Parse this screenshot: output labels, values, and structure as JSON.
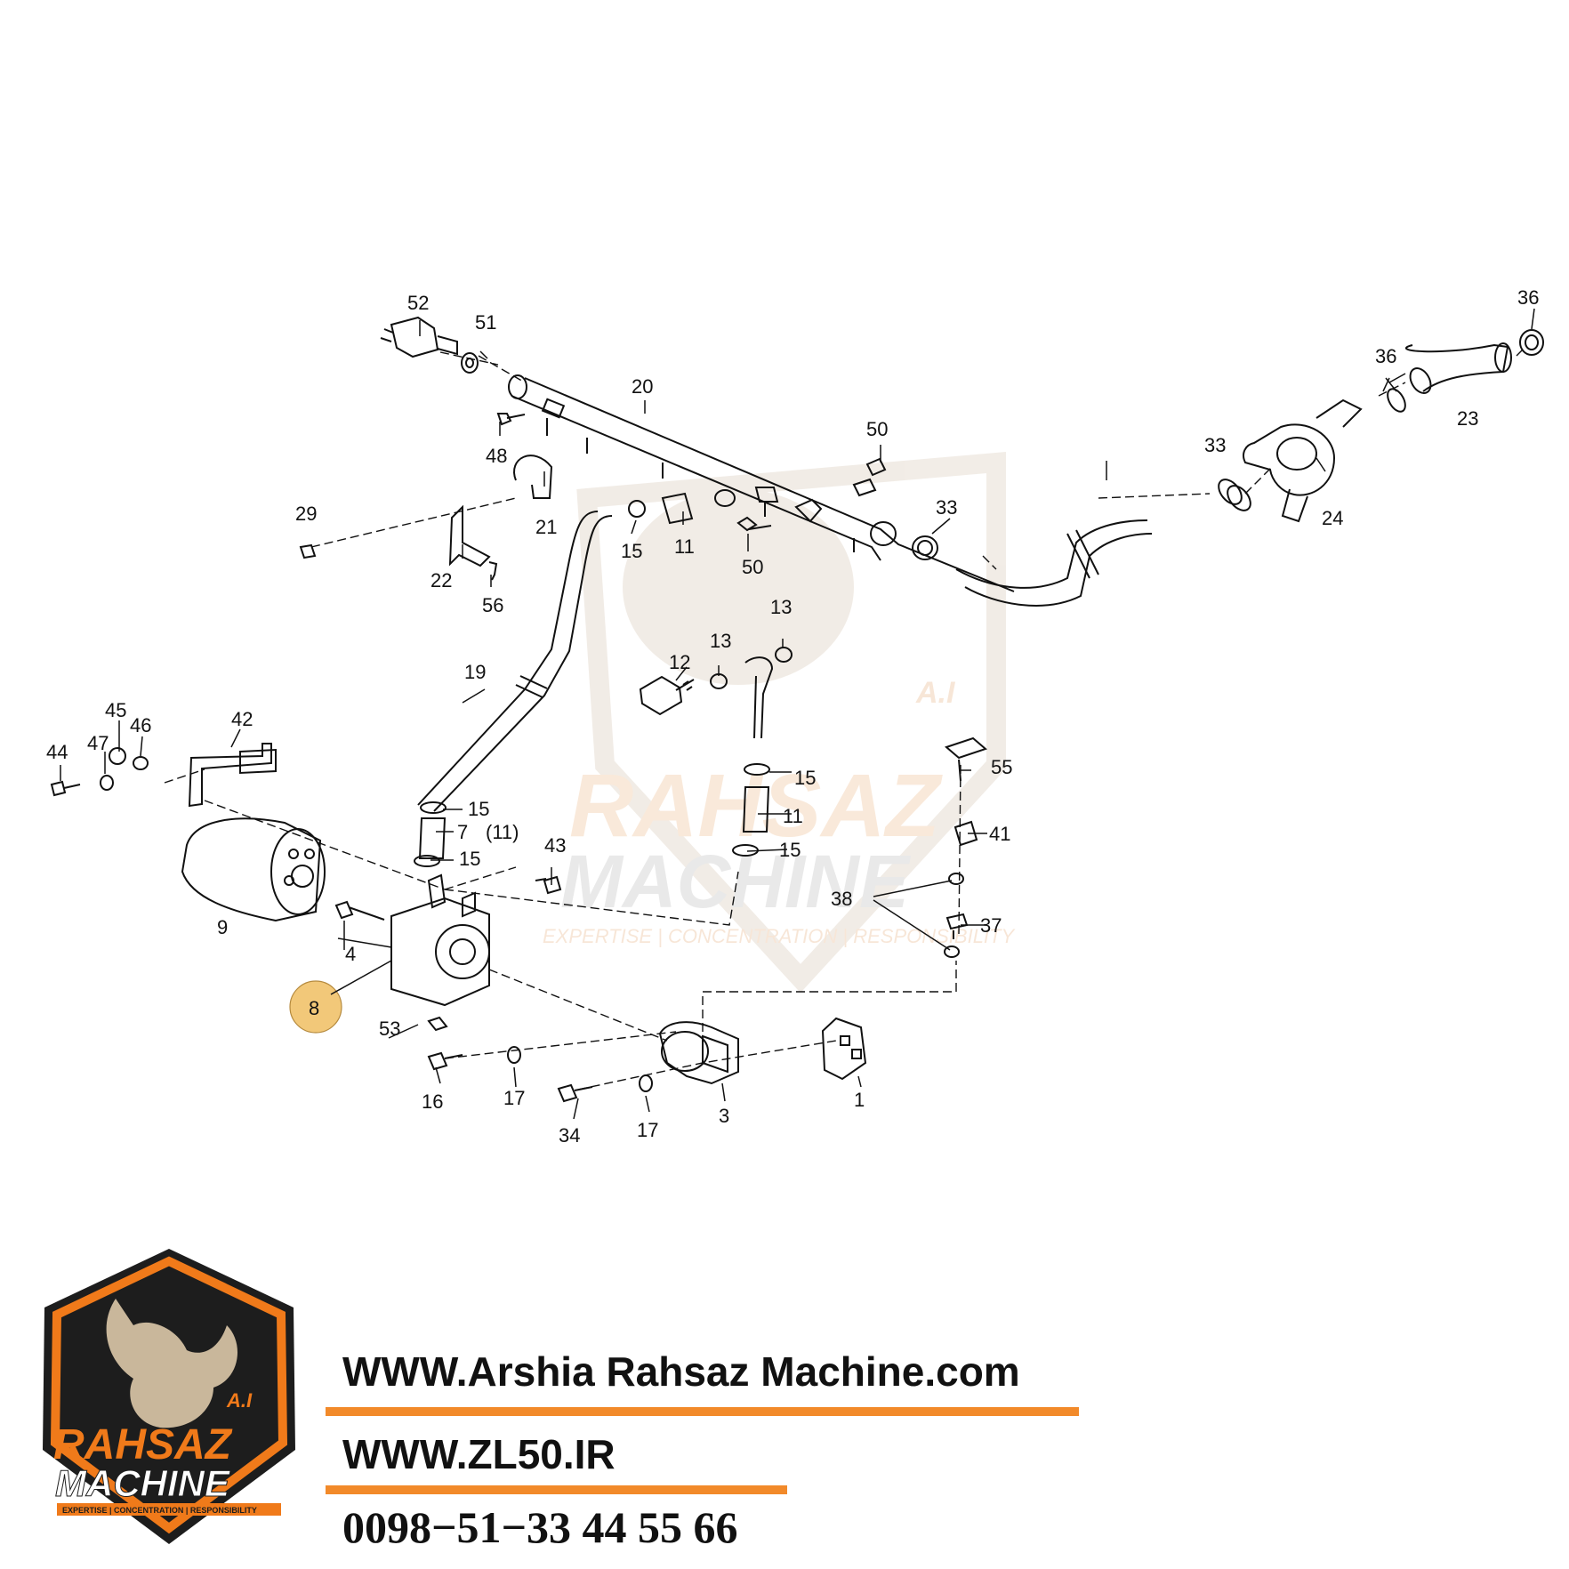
{
  "diagram": {
    "labels": {
      "p1": "1",
      "p3": "3",
      "p4": "4",
      "p7": "7",
      "p7_alt": "(11)",
      "p8": "8",
      "p9": "9",
      "p11a": "11",
      "p11b": "11",
      "p12": "12",
      "p13a": "13",
      "p13b": "13",
      "p15a": "15",
      "p15b": "15",
      "p15c": "15",
      "p15d": "15",
      "p15e": "15",
      "p16": "16",
      "p17a": "17",
      "p17b": "17",
      "p19": "19",
      "p20": "20",
      "p21": "21",
      "p22": "22",
      "p23": "23",
      "p24": "24",
      "p29": "29",
      "p33a": "33",
      "p33b": "33",
      "p34": "34",
      "p36a": "36",
      "p36b": "36",
      "p37": "37",
      "p38": "38",
      "p41": "41",
      "p42": "42",
      "p43": "43",
      "p44": "44",
      "p45": "45",
      "p46": "46",
      "p47": "47",
      "p48": "48",
      "p50a": "50",
      "p50b": "50",
      "p51": "51",
      "p52": "52",
      "p53": "53",
      "p55": "55",
      "p56": "56"
    },
    "highlighted_part": "8",
    "highlight_color": "#f2c879"
  },
  "watermark": {
    "brand": "RAHSAZ",
    "brand_2": "MACHINE",
    "initials": "A.I",
    "tagline": "EXPERTISE | CONCENTRATION | RESPONSIBILITY"
  },
  "footer": {
    "website": "WWW.Arshia Rahsaz Machine.com",
    "domain": "WWW.ZL50.IR",
    "phone": "0098−51−33 44 55 66",
    "accent_color": "#f28a2a"
  },
  "logo": {
    "brand": "RAHSAZ",
    "brand_2": "MACHINE",
    "initials": "A.I",
    "tagline": "EXPERTISE | CONCENTRATION | RESPONSIBILITY",
    "colors": {
      "orange": "#f07a1a",
      "dark": "#1d1d1d",
      "beige": "#c9b79b"
    }
  }
}
